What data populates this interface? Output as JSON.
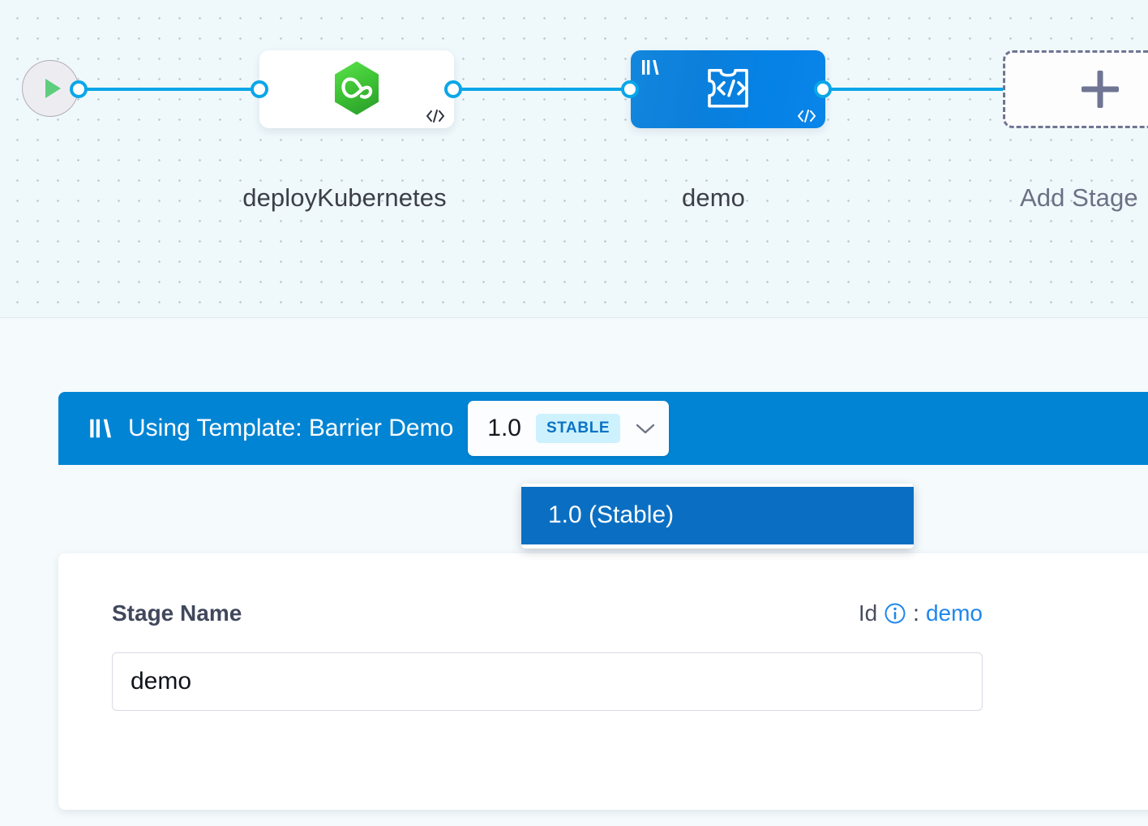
{
  "canvas": {
    "start_node": {
      "icon": "play-icon"
    },
    "stages": [
      {
        "name": "deployKubernetes",
        "label": "deployKubernetes",
        "type": "harness-deployment",
        "icon": "harness-hexagon-icon",
        "badge_icon": "code-brackets-icon"
      },
      {
        "name": "demo",
        "label": "demo",
        "type": "template-stage",
        "icon": "puzzle-code-icon",
        "template_icon": "template-bars-icon",
        "badge_icon": "code-brackets-icon"
      }
    ],
    "add_stage": {
      "label": "Add Stage",
      "icon": "plus-icon"
    }
  },
  "template_bar": {
    "icon": "template-bars-icon",
    "text": "Using Template: Barrier Demo",
    "version": "1.0",
    "badge": "STABLE",
    "chevron_icon": "chevron-down-icon"
  },
  "version_dropdown": {
    "options": [
      {
        "label": "1.0 (Stable)",
        "selected": true
      }
    ]
  },
  "form": {
    "stage_name_label": "Stage Name",
    "id_label": "Id",
    "id_info_icon": "info-circle-icon",
    "id_separator": ":",
    "id_value": "demo",
    "stage_name_value": "demo",
    "stage_name_placeholder": "Stage Name"
  },
  "colors": {
    "brand_blue": "#0284d4",
    "edge_blue": "#0aa6e8",
    "dropdown_highlight": "#0a6fc2",
    "badge_bg": "#cdf2fd",
    "badge_text": "#0a72c6",
    "harness_green": "#45c43b",
    "canvas_bg": "#eff8fb",
    "link_blue": "#1f87ec"
  }
}
